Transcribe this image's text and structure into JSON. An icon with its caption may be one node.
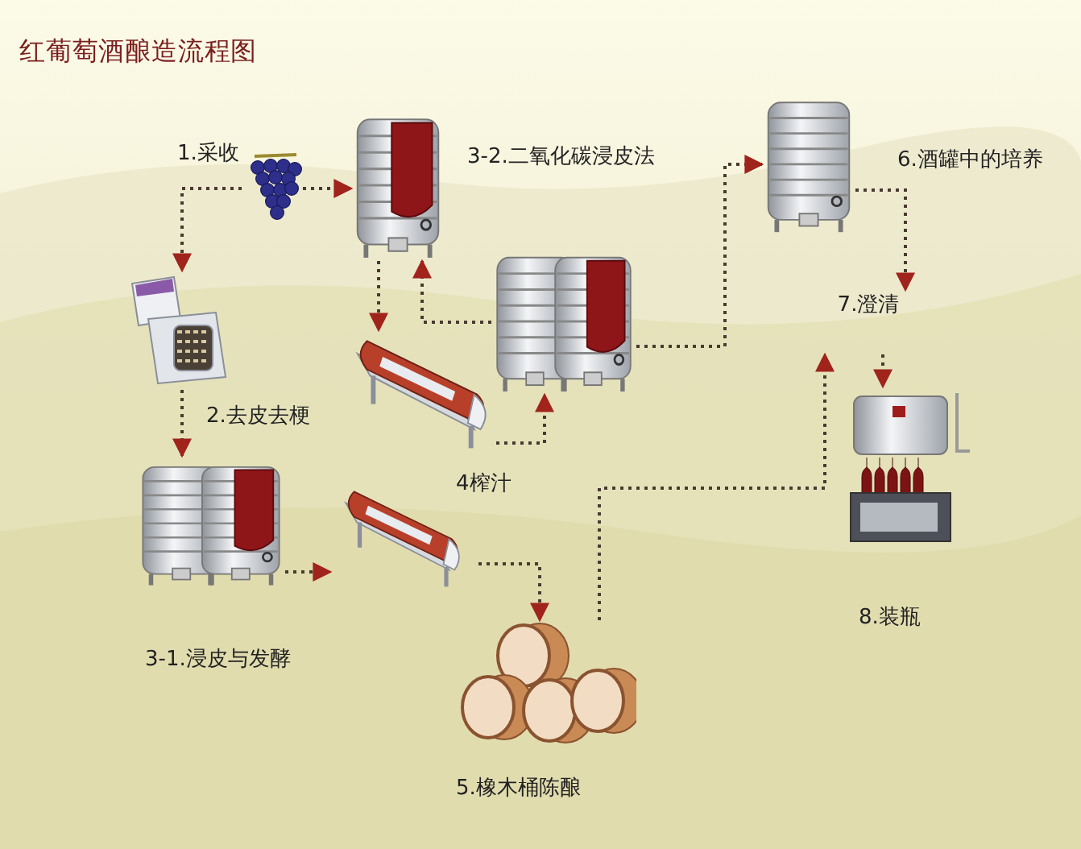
{
  "diagram": {
    "title": "红葡萄酒酿造流程图",
    "nodes": [
      {
        "text": [],
        "shape": "picture",
        "beside": [
          "1.采收"
        ]
      },
      {
        "text": [],
        "shape": "picture",
        "beside": [
          "3-2.二氧化碳浸皮法"
        ]
      },
      {
        "text": [],
        "shape": "picture",
        "beside": [
          "6.酒罐中的培养"
        ]
      },
      {
        "text": [],
        "shape": "picture",
        "beside": [
          "2.去皮去梗"
        ]
      },
      {
        "text": [],
        "shape": "picture"
      },
      {
        "text": [],
        "shape": "picture"
      },
      {
        "text": [
          "7.澄清"
        ]
      },
      {
        "text": [],
        "shape": "picture",
        "beside": [
          "8.装瓶"
        ]
      },
      {
        "text": [],
        "shape": "picture",
        "beside": [
          "3-1.浸皮与发酵"
        ]
      },
      {
        "text": [],
        "shape": "picture"
      },
      {
        "text": [],
        "shape": "picture",
        "beside": [
          "5.橡木桶陈酿"
        ]
      }
    ],
    "edges": [
      {
        "from": 0,
        "to": 1,
        "arrow": "to"
      },
      {
        "from": 0,
        "to": 3,
        "arrow": "to"
      },
      {
        "from": 1,
        "to": 5,
        "arrow": "to"
      },
      {
        "from": 4,
        "to": 1,
        "arrow": "to"
      },
      {
        "from": 5,
        "to": 4,
        "arrow": "to"
      },
      {
        "from": 4,
        "to": 2,
        "arrow": "to"
      },
      {
        "from": 2,
        "to": 6,
        "arrow": "to"
      },
      {
        "from": 6,
        "to": 7,
        "arrow": "to"
      },
      {
        "from": 3,
        "to": 8,
        "arrow": "to"
      },
      {
        "from": 8,
        "to": 9,
        "arrow": "to"
      },
      {
        "from": 9,
        "to": 10,
        "arrow": "to"
      },
      {
        "from": 10,
        "to": 6,
        "arrow": "to"
      }
    ],
    "labels": [
      "4榨汁"
    ]
  }
}
